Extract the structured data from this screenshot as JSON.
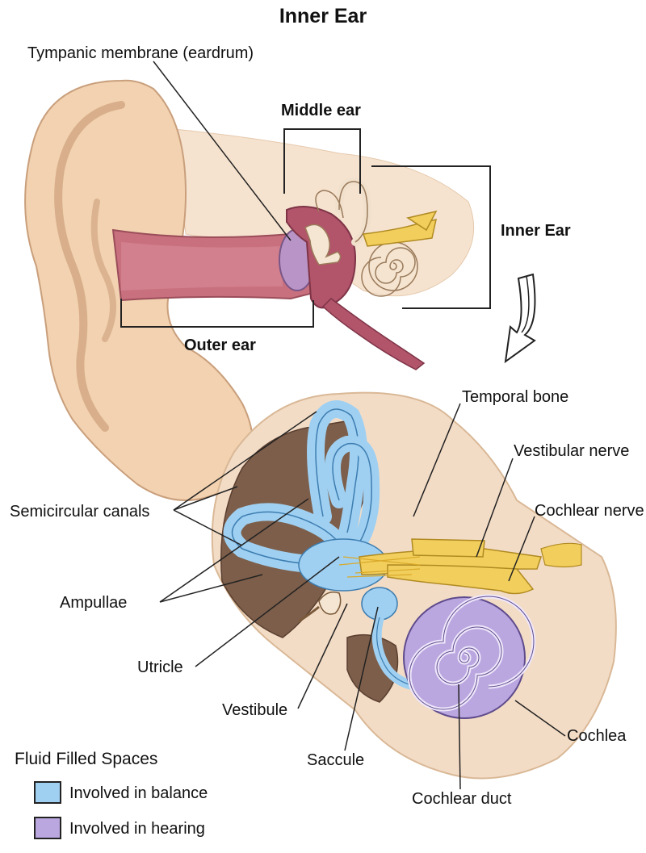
{
  "title": "Inner Ear",
  "labels": {
    "tympanic": "Tympanic membrane (eardrum)",
    "middle_ear": "Middle ear",
    "inner_ear": "Inner Ear",
    "outer_ear": "Outer ear",
    "temporal_bone": "Temporal bone",
    "vestibular_nerve": "Vestibular nerve",
    "cochlear_nerve": "Cochlear nerve",
    "semicircular_canals": "Semicircular canals",
    "ampullae": "Ampullae",
    "utricle": "Utricle",
    "vestibule": "Vestibule",
    "saccule": "Saccule",
    "cochlea": "Cochlea",
    "cochlear_duct": "Cochlear duct"
  },
  "legend": {
    "title": "Fluid Filled Spaces",
    "items": [
      {
        "label": "Involved in balance",
        "color": "#9fd0f2"
      },
      {
        "label": "Involved in hearing",
        "color": "#bba7e0"
      }
    ]
  },
  "colors": {
    "skin": "#f2d2b0",
    "canal": "#c9707e",
    "bone": "#f3dcc6",
    "balance": "#9fd0f2",
    "hearing": "#bba7e0",
    "nerve": "#f2cf5c"
  }
}
